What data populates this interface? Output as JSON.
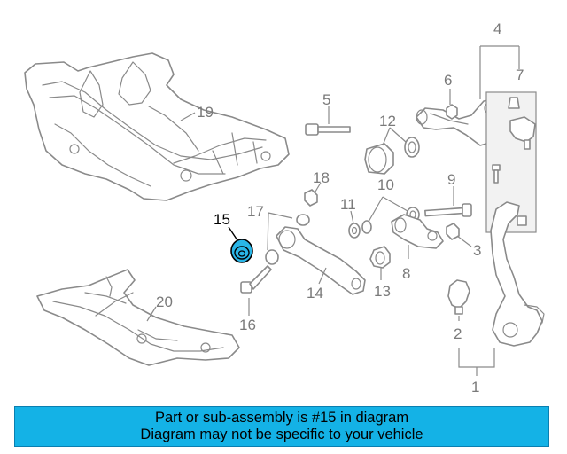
{
  "diagram": {
    "highlight_color": "#29b6e8",
    "highlighted_part": "15",
    "callouts": {
      "c1": "1",
      "c2": "2",
      "c3": "3",
      "c4": "4",
      "c5": "5",
      "c6": "6",
      "c7": "7",
      "c8": "8",
      "c9": "9",
      "c10": "10",
      "c11": "11",
      "c12": "12",
      "c13": "13",
      "c14": "14",
      "c15": "15",
      "c16": "16",
      "c17": "17",
      "c18": "18",
      "c19": "19",
      "c20": "20"
    }
  },
  "banner": {
    "background": "#14b2e6",
    "line1": "Part or sub-assembly is #15 in diagram",
    "line2": "Diagram may not be specific to your vehicle"
  }
}
